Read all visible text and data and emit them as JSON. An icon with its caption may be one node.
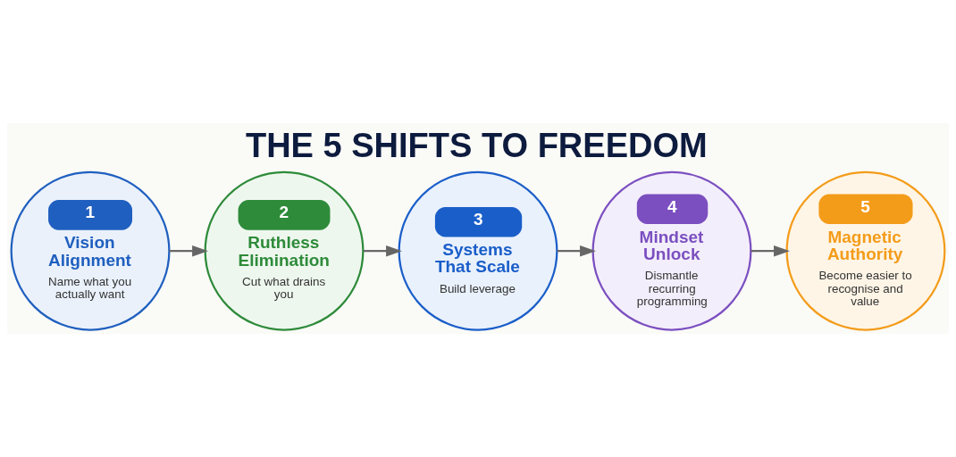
{
  "diagram": {
    "title": "THE 5 SHIFTS TO FREEDOM",
    "nodes": [
      {
        "text": [
          "1",
          "Vision Alignment",
          "Name what you actually want"
        ]
      },
      {
        "text": [
          "2",
          "Ruthless Elimination",
          "Cut what drains you"
        ]
      },
      {
        "text": [
          "3",
          "Systems That Scale",
          "Build leverage"
        ]
      },
      {
        "text": [
          "4",
          "Mindset Unlock",
          "Dismantle recurring programming"
        ]
      },
      {
        "text": [
          "5",
          "Magnetic Authority",
          "Become easier to recognise and value"
        ]
      }
    ],
    "edges": [
      {
        "from": 0,
        "to": 1,
        "arrow": "to"
      },
      {
        "from": 1,
        "to": 2,
        "arrow": "to"
      },
      {
        "from": 2,
        "to": 3,
        "arrow": "to"
      },
      {
        "from": 3,
        "to": 4,
        "arrow": "to"
      }
    ]
  }
}
